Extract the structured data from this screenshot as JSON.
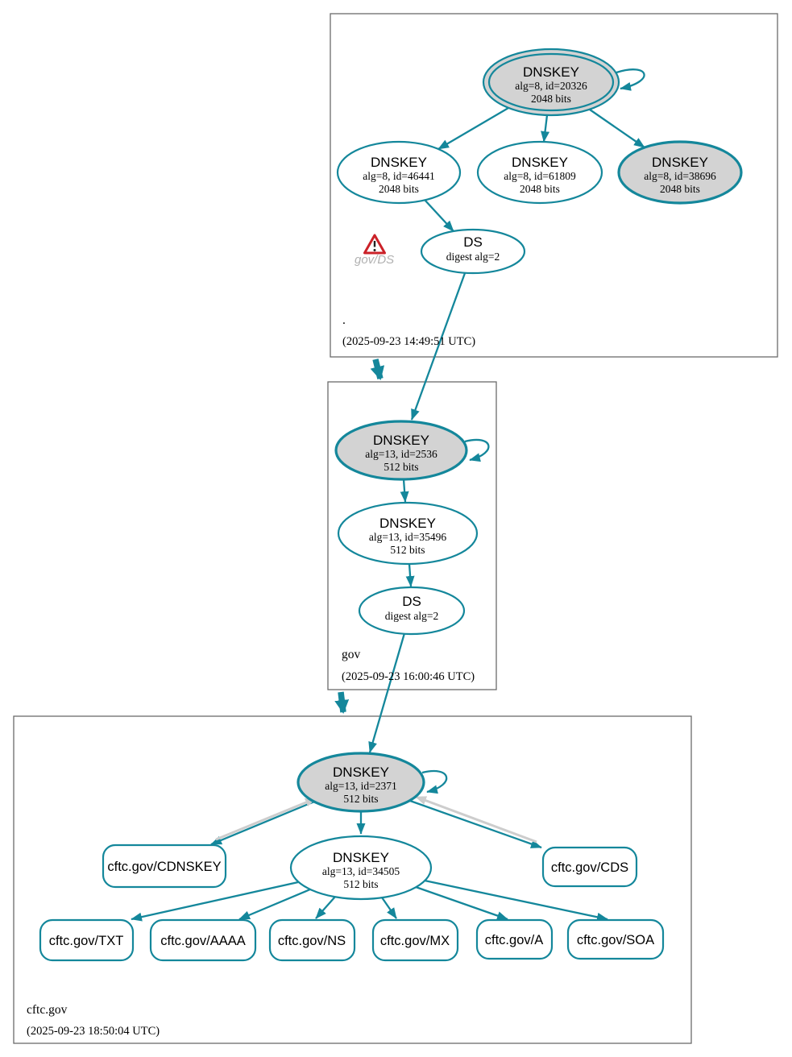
{
  "colors": {
    "edge_teal": "#14879b",
    "node_gray_fill": "#d3d3d3",
    "zone_box_border": "#6b6b6b",
    "gray_arrow": "#cdcdcd",
    "warning_red": "#cb2128",
    "warning_label_gray": "#b1b1b1"
  },
  "zones": [
    {
      "label": ".",
      "timestamp": "(2025-09-23 14:49:51 UTC)",
      "warning_label": "gov/DS",
      "nodes": {
        "ksk": {
          "title": "DNSKEY",
          "detail": "alg=8, id=20326",
          "bits": "2048 bits"
        },
        "zsk1": {
          "title": "DNSKEY",
          "detail": "alg=8, id=46441",
          "bits": "2048 bits"
        },
        "zsk2": {
          "title": "DNSKEY",
          "detail": "alg=8, id=61809",
          "bits": "2048 bits"
        },
        "zsk3": {
          "title": "DNSKEY",
          "detail": "alg=8, id=38696",
          "bits": "2048 bits"
        },
        "ds": {
          "title": "DS",
          "detail": "digest alg=2"
        }
      }
    },
    {
      "label": "gov",
      "timestamp": "(2025-09-23 16:00:46 UTC)",
      "nodes": {
        "ksk": {
          "title": "DNSKEY",
          "detail": "alg=13, id=2536",
          "bits": "512 bits"
        },
        "zsk": {
          "title": "DNSKEY",
          "detail": "alg=13, id=35496",
          "bits": "512 bits"
        },
        "ds": {
          "title": "DS",
          "detail": "digest alg=2"
        }
      }
    },
    {
      "label": "cftc.gov",
      "timestamp": "(2025-09-23 18:50:04 UTC)",
      "nodes": {
        "ksk": {
          "title": "DNSKEY",
          "detail": "alg=13, id=2371",
          "bits": "512 bits"
        },
        "zsk": {
          "title": "DNSKEY",
          "detail": "alg=13, id=34505",
          "bits": "512 bits"
        },
        "cdnskey": {
          "label": "cftc.gov/CDNSKEY"
        },
        "cds": {
          "label": "cftc.gov/CDS"
        },
        "rrsets": [
          {
            "label": "cftc.gov/TXT"
          },
          {
            "label": "cftc.gov/AAAA"
          },
          {
            "label": "cftc.gov/NS"
          },
          {
            "label": "cftc.gov/MX"
          },
          {
            "label": "cftc.gov/A"
          },
          {
            "label": "cftc.gov/SOA"
          }
        ]
      }
    }
  ]
}
